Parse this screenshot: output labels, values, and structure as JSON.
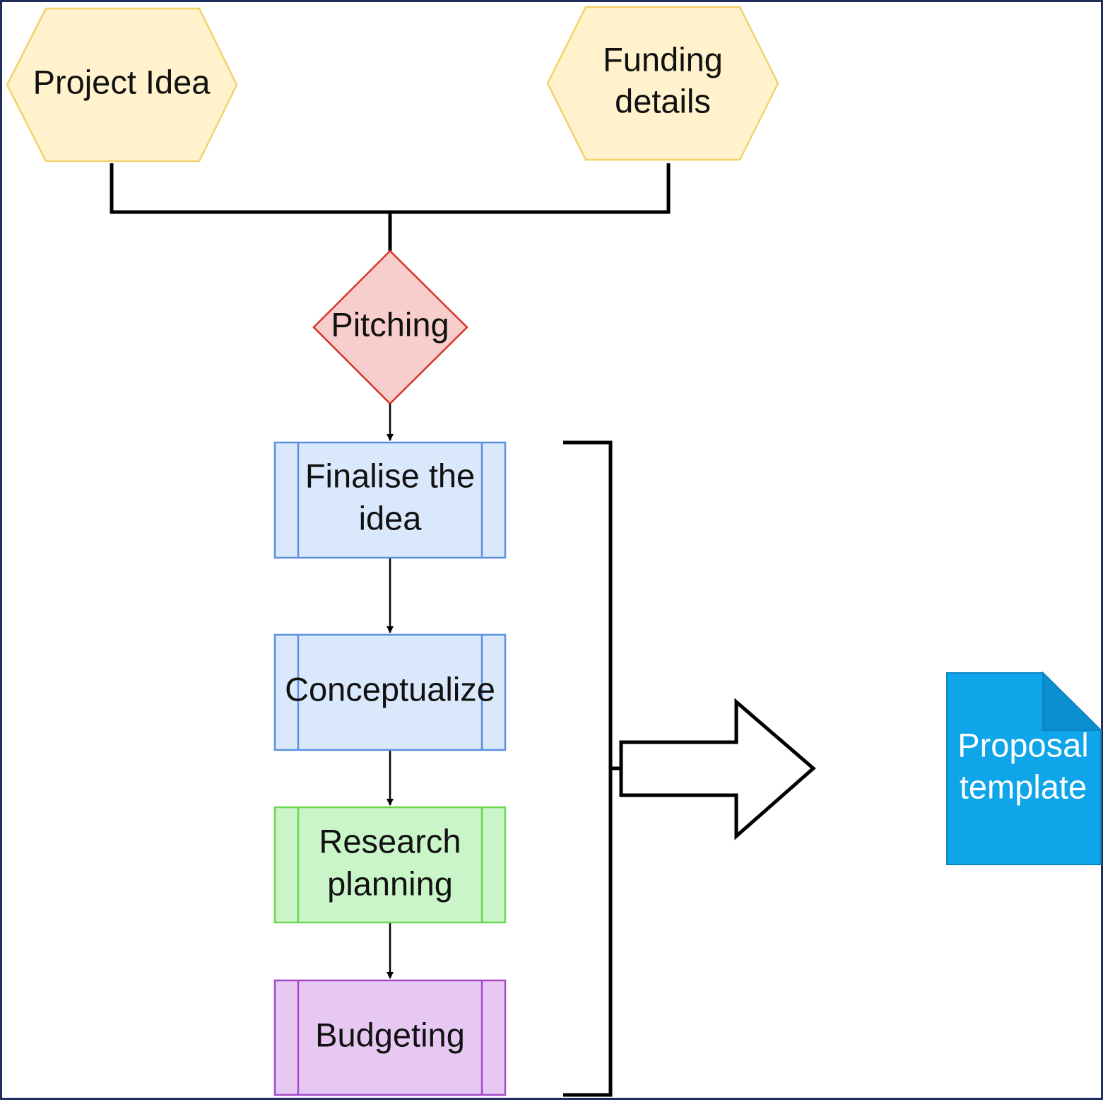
{
  "nodes": {
    "project_idea": {
      "label": "Project Idea"
    },
    "funding_details": {
      "line1": "Funding",
      "line2": "details"
    },
    "pitching": {
      "label": "Pitching"
    },
    "finalise": {
      "line1": "Finalise the",
      "line2": "idea"
    },
    "conceptualize": {
      "label": "Conceptualize"
    },
    "research": {
      "line1": "Research",
      "line2": "planning"
    },
    "budgeting": {
      "label": "Budgeting"
    },
    "proposal": {
      "line1": "Proposal",
      "line2": "template"
    }
  },
  "colors": {
    "input_fill": "#fff2cc",
    "input_stroke": "#f1d26a",
    "decision_fill": "#f8cecc",
    "decision_stroke": "#d9312b",
    "step_blue_fill": "#dae8fc",
    "step_blue_stroke": "#5b8fe0",
    "step_green_fill": "#c9f5c9",
    "step_green_stroke": "#6bd650",
    "step_purple_fill": "#e6c8f2",
    "step_purple_stroke": "#a64bc8",
    "document_fill": "#0ea5e9",
    "document_fold": "#0b8fd1",
    "line": "#000000",
    "frame": "#1f2d5c"
  }
}
